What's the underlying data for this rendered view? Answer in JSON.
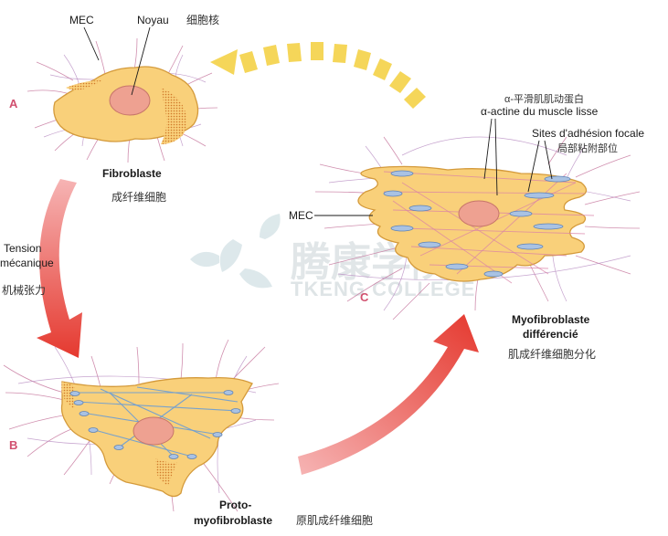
{
  "labels": {
    "mec_a": "MEC",
    "noyau": "Noyau",
    "noyau_cn": "细胞核",
    "fibroblaste": "Fibroblaste",
    "fibroblaste_cn": "成纤维细胞",
    "tension_1": "Tension",
    "tension_2": "mécanique",
    "tension_cn": "机械张力",
    "proto_1": "Proto-",
    "proto_2": "myofibroblaste",
    "proto_cn": "原肌成纤维细胞",
    "alpha_cn": "α-平滑肌肌动蛋白",
    "alpha_fr": "α-actine du muscle lisse",
    "sites_fr": "Sites d'adhésion focale",
    "sites_cn": "局部粘附部位",
    "mec_c": "MEC",
    "myo_1": "Myofibroblaste",
    "myo_2": "différencié",
    "myo_cn": "肌成纤维细胞分化"
  },
  "panel_letters": {
    "a": "A",
    "b": "B",
    "c": "C"
  },
  "watermark": {
    "cn": "腾康学院",
    "en": "TKENG COLLEGE"
  },
  "colors": {
    "cell": "#f9d07a",
    "nucleus": "#eea191",
    "stress_fiber": "#6a9cd4",
    "fiber": "#c87aa0",
    "arrow_red": "#e5392f",
    "arrow_yellow": "#f5d659",
    "letter": "#d1506f"
  }
}
